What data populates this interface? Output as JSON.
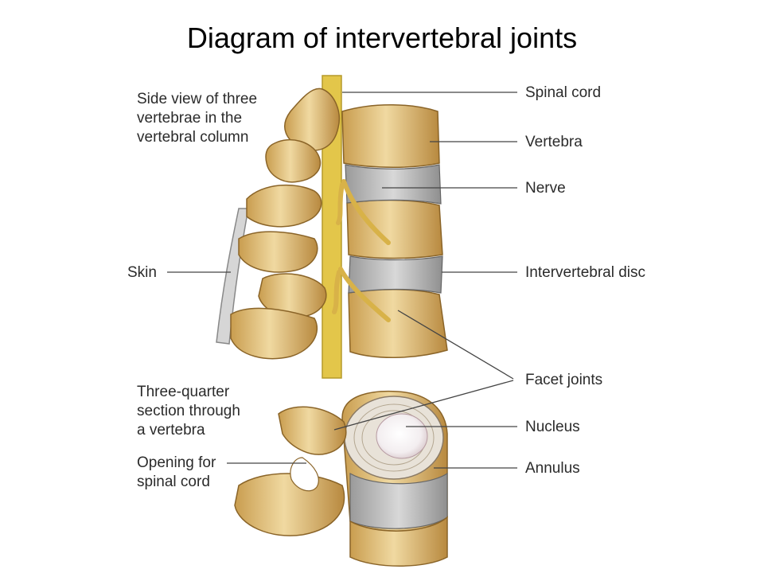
{
  "title": "Diagram of intervertebral joints",
  "labels_left": {
    "side_view": "Side view of three\nvertebrae in the\nvertebral column",
    "skin": "Skin",
    "three_quarter": "Three-quarter\nsection through\na vertebra",
    "opening": "Opening for\nspinal cord"
  },
  "labels_right": {
    "spinal_cord": "Spinal cord",
    "vertebra": "Vertebra",
    "nerve": "Nerve",
    "intervertebral_disc": "Intervertebral disc",
    "facet_joints": "Facet joints",
    "nucleus": "Nucleus",
    "annulus": "Annulus"
  },
  "colors": {
    "bone": "#e6c98a",
    "bone_shadow": "#b8893f",
    "disc": "#c9c9c9",
    "cord": "#e3c64a",
    "nerve": "#ddb94a",
    "leader": "#444444"
  }
}
